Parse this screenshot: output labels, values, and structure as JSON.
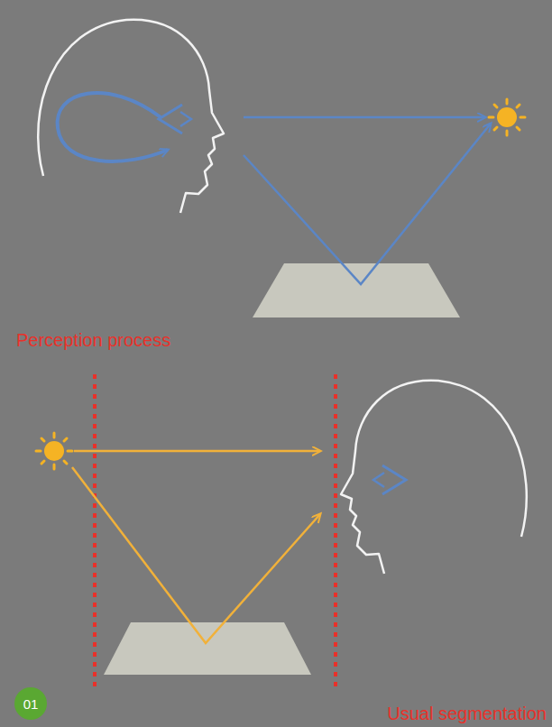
{
  "diagram": {
    "nodes": [
      {
        "text": [
          "01"
        ]
      }
    ],
    "labels": [
      "Perception process",
      "Usual segmentation"
    ]
  }
}
